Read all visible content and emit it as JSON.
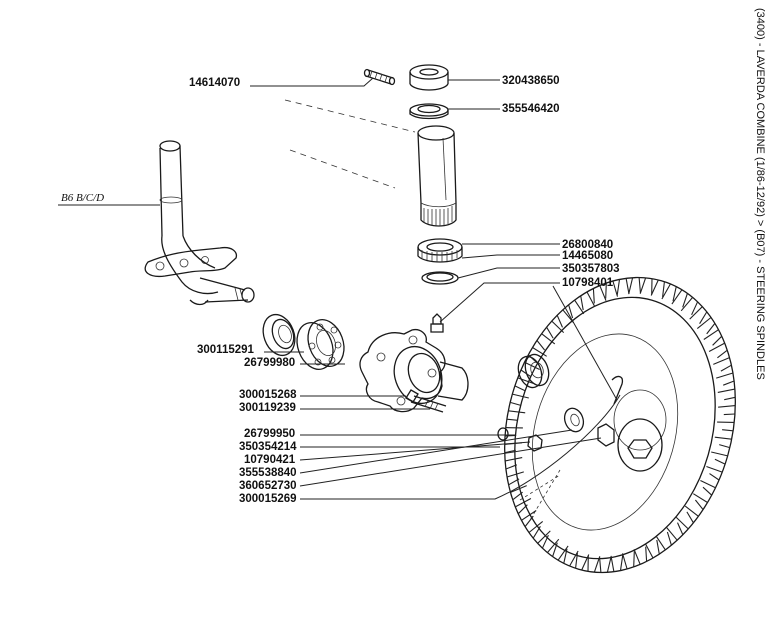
{
  "side_title": "(3400) - LAVERDA COMBINE (1/86-12/92) > (B07) - STEERING SPINDLES",
  "assembly_label": "B6 B/C/D",
  "part_numbers": {
    "p14614070": "14614070",
    "p320438650": "320438650",
    "p355546420": "355546420",
    "p26800840": "26800840",
    "p14465080": "14465080",
    "p350357803": "350357803",
    "p10798401": "10798401",
    "p300115291": "300115291",
    "p26799980": "26799980",
    "p300015268": "300015268",
    "p300119239": "300119239",
    "p26799950": "26799950",
    "p350354214": "350354214",
    "p10790421": "10790421",
    "p355538840": "355538840",
    "p360652730": "360652730",
    "p300015269": "300015269"
  }
}
